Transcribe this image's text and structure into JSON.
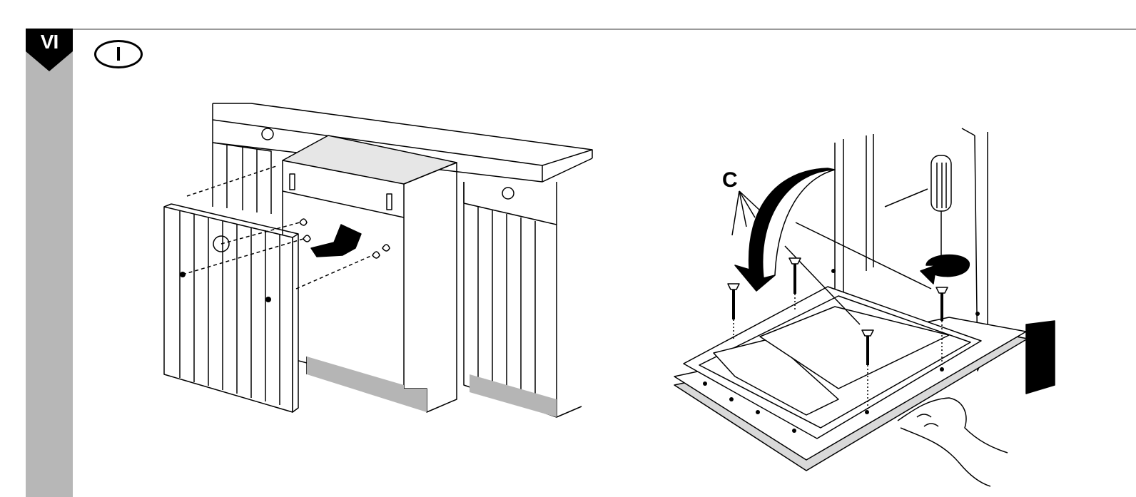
{
  "step": {
    "number": "VI"
  },
  "variant": {
    "label": "I"
  },
  "callouts": {
    "screw": "C"
  }
}
